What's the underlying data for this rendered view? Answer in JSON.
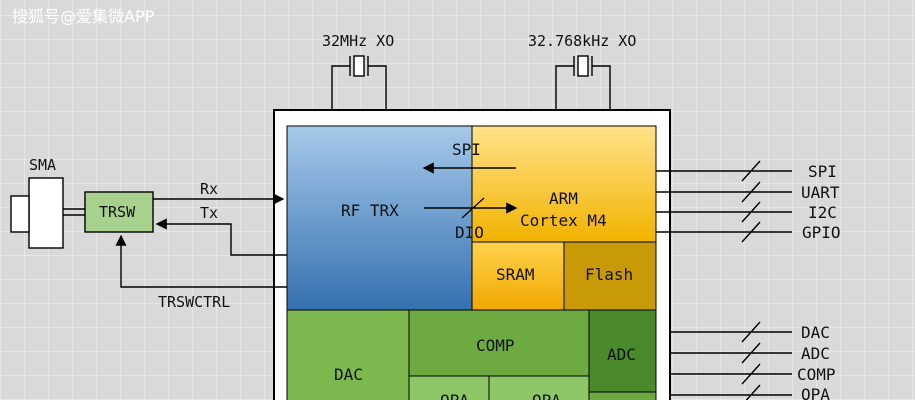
{
  "watermark": "搜狐号@爱集微APP",
  "crystals": {
    "left": "32MHz XO",
    "right": "32.768kHz XO"
  },
  "antenna": {
    "label": "SMA"
  },
  "switch": {
    "label": "TRSW"
  },
  "signals": {
    "rx": "Rx",
    "tx": "Tx",
    "ctrl": "TRSWCTRL"
  },
  "blocks": {
    "rf": "RF TRX",
    "spi": "SPI",
    "dio": "DIO",
    "arm_line1": "ARM",
    "arm_line2": "Cortex M4",
    "sram": "SRAM",
    "flash": "Flash",
    "dac": "DAC",
    "comp": "COMP",
    "opa": "OPA",
    "adc": "ADC"
  },
  "right_pins_digital": [
    "SPI",
    "UART",
    "I2C",
    "GPIO"
  ],
  "right_pins_analog": [
    "DAC",
    "ADC",
    "COMP",
    "OPA"
  ],
  "colors": {
    "rf_top": "#9dc3e6",
    "rf_bottom": "#3b78b8",
    "arm_top": "#ffd966",
    "arm_bottom": "#f0b400",
    "sram": "#ffc000",
    "flash": "#c49a00",
    "green_light": "#70ad47",
    "green_dark": "#4e8a2e",
    "trsw": "#a9d18e"
  }
}
